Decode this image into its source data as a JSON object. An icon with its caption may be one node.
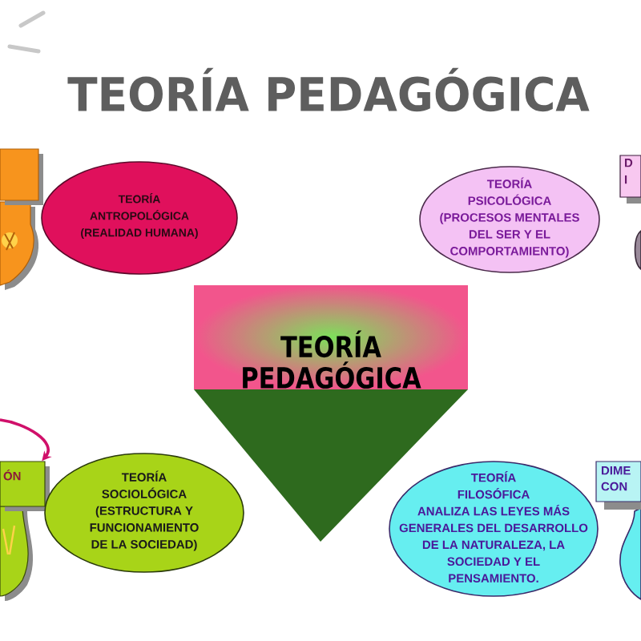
{
  "diagram": {
    "title": "TEORÍA PEDAGÓGICA",
    "nodes": [
      {
        "text": [],
        "shape": "box"
      },
      {
        "text": [
          "TEORÍA ANTROPOLÓGICA",
          "(REALIDAD HUMANA)"
        ]
      },
      {
        "text": [
          "TEORÍA PSICOLÓGICA",
          "(PROCESOS MENTALES DEL SER Y EL COMPORTAMIENTO)"
        ]
      },
      {
        "text": [
          "D I"
        ]
      },
      {
        "text": [
          "TEORÍA PEDAGÓGICA"
        ]
      },
      {
        "text": [
          "ÓN"
        ]
      },
      {
        "text": [
          "TEORÍA SOCIOLÓGICA",
          "(ESTRUCTURA Y FUNCIONAMIENTO DE LA SOCIEDAD)"
        ]
      },
      {
        "text": [
          "TEORÍA FILOSÓFICA",
          "ANALIZA LAS LEYES MÁS GENERALES DEL DESARROLLO DE LA NATURALEZA, LA SOCIEDAD Y EL PENSAMIENTO."
        ]
      },
      {
        "text": [
          "DIME CON"
        ]
      }
    ],
    "edges": [
      {
        "from": null,
        "to": 5,
        "arrow": "to",
        "color": "#d0106a"
      }
    ]
  }
}
